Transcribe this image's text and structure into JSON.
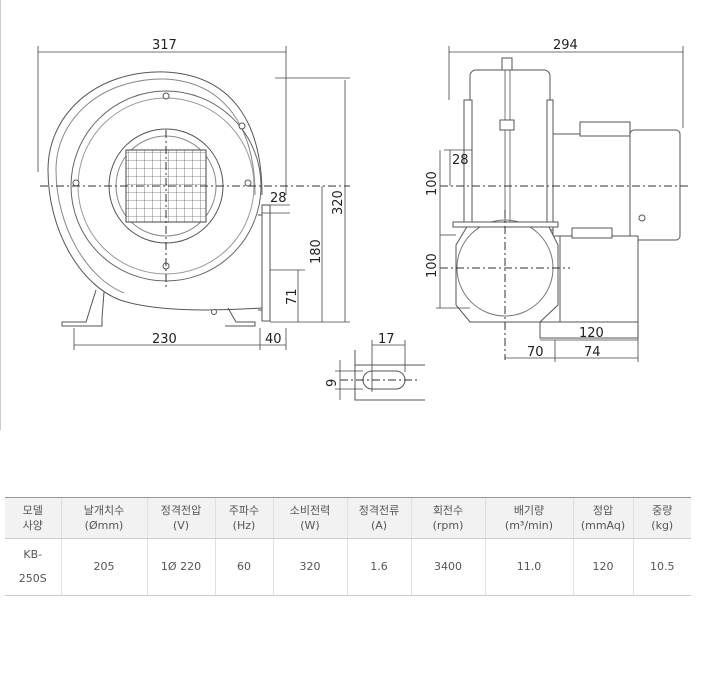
{
  "drawing": {
    "dimensions": {
      "front_width": "317",
      "side_width": "294",
      "flange_28_front": "28",
      "height_320": "320",
      "height_180": "180",
      "height_71": "71",
      "base_230": "230",
      "base_40": "40",
      "side_28": "28",
      "side_100_top": "100",
      "side_100_bottom": "100",
      "side_120": "120",
      "side_70": "70",
      "side_74": "74",
      "slot_17": "17",
      "slot_9": "9"
    }
  },
  "spec_table": {
    "headers": [
      {
        "line1": "모델",
        "line2": "사양"
      },
      {
        "line1": "날개치수",
        "line2": "(Ømm)"
      },
      {
        "line1": "정격전압",
        "line2": "(V)"
      },
      {
        "line1": "주파수",
        "line2": "(Hz)"
      },
      {
        "line1": "소비전력",
        "line2": "(W)"
      },
      {
        "line1": "정격전류",
        "line2": "(A)"
      },
      {
        "line1": "회전수",
        "line2": "(rpm)"
      },
      {
        "line1": "배기량",
        "line2": "(m³/min)"
      },
      {
        "line1": "정압",
        "line2": "(mmAq)"
      },
      {
        "line1": "중량",
        "line2": "(kg)"
      }
    ],
    "row": {
      "model_line1": "KB-",
      "model_line2": "250S",
      "blade": "205",
      "voltage": "1Ø 220",
      "frequency": "60",
      "power": "320",
      "current": "1.6",
      "rpm": "3400",
      "airflow": "11.0",
      "pressure": "120",
      "weight": "10.5"
    }
  }
}
